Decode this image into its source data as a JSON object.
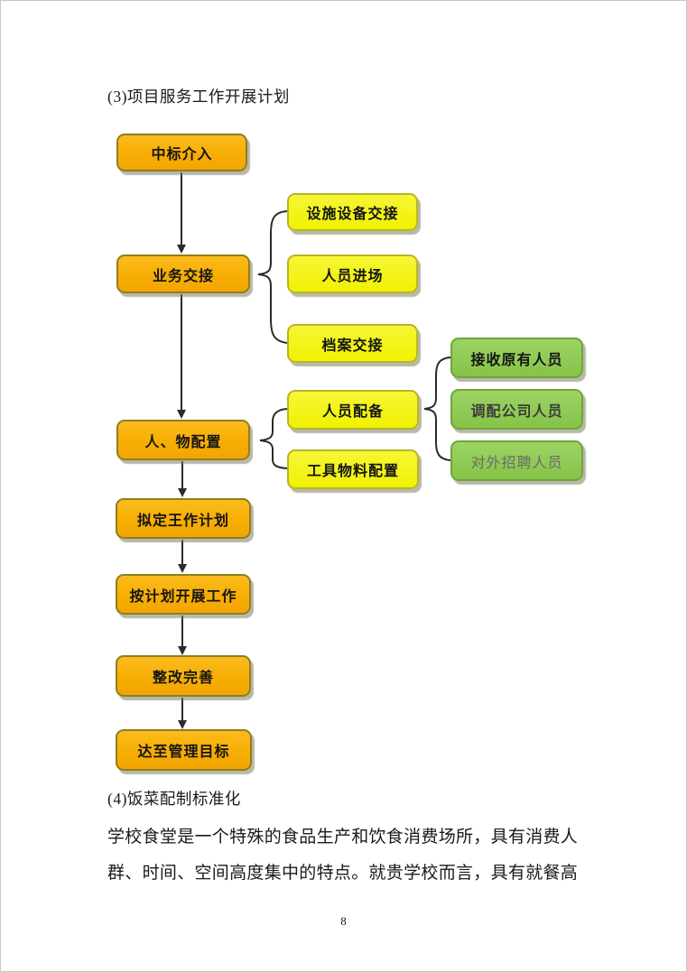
{
  "document": {
    "section3_heading": "(3)项目服务工作开展计划",
    "section4_heading": "(4)饭菜配制标准化",
    "paragraph": {
      "line1": "学校食堂是一个特殊的食品生产和饮食消费场所，具有消费人",
      "line2": "群、时间、空间高度集中的特点。就贵学校而言，具有就餐高"
    },
    "page_number": "8"
  },
  "flowchart": {
    "main_sequence": {
      "n1": "中标介入",
      "n2": "业务交接",
      "n3": "人、物配置",
      "n4": "拟定王作计划",
      "n5": "按计划开展工作",
      "n6": "整改完善",
      "n7": "达至管理目标"
    },
    "yewu_branches": {
      "y1": "设施设备交接",
      "y2": "人员进场",
      "y3": "档案交接"
    },
    "peizhi_branches": {
      "y4": "人员配备",
      "y5": "工具物料配置"
    },
    "renyuan_branches": {
      "g1": "接收原有人员",
      "g2": "调配公司人员",
      "g3": "对外招聘人员"
    },
    "colors": {
      "orange_fill": "#F7AE03",
      "orange_border": "#8F7D1E",
      "yellow_fill": "#F1F102",
      "yellow_border": "#B9B425",
      "green_fill": "#8DCC52",
      "green_border": "#6FA637",
      "connector": "#2B2B2B",
      "box_shadow": "#8C8C74"
    }
  }
}
